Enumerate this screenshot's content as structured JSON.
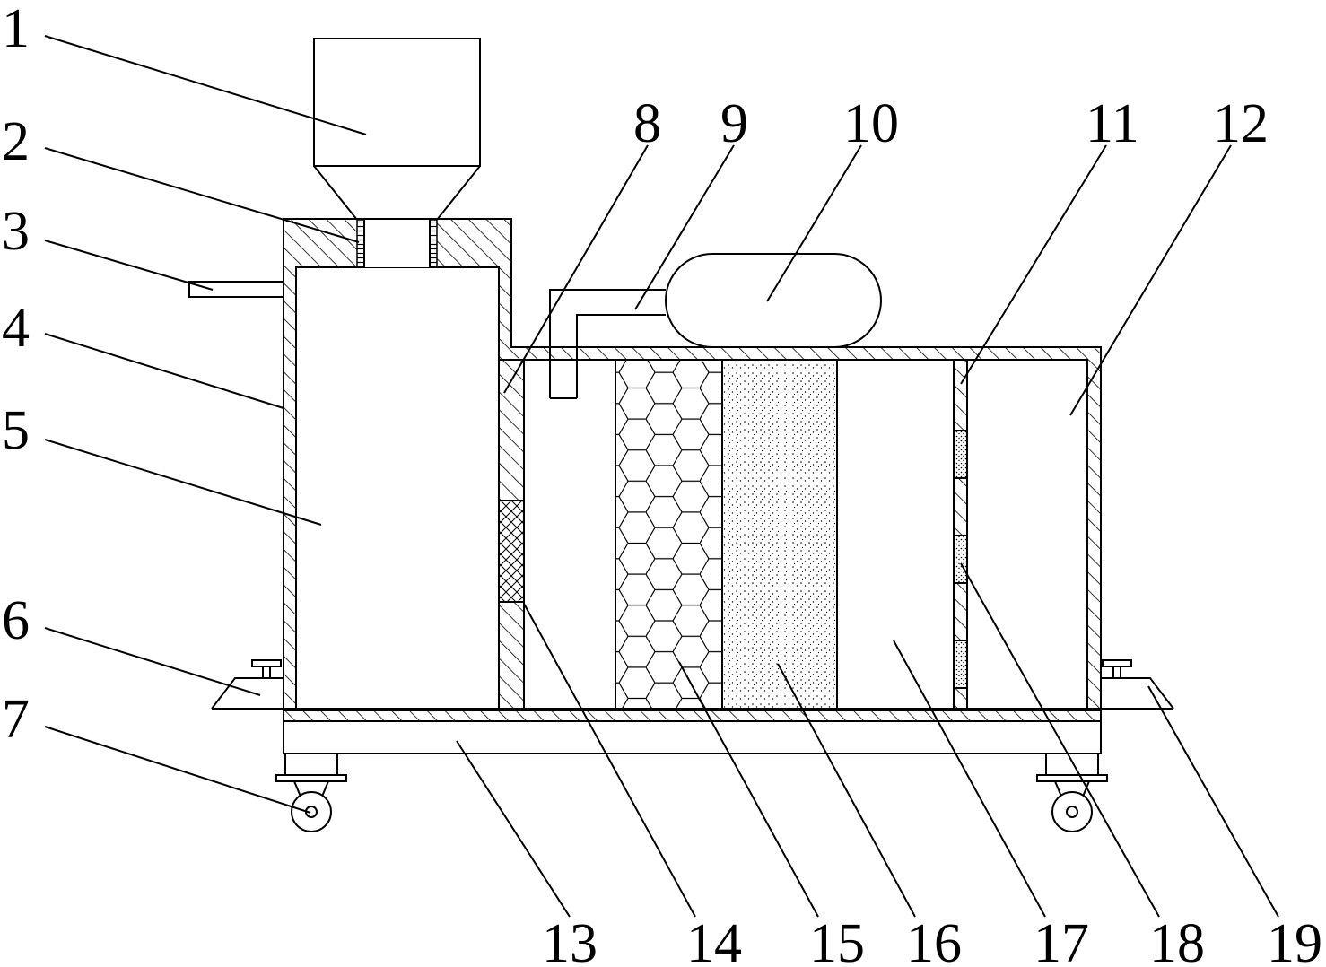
{
  "labels": [
    "1",
    "2",
    "3",
    "4",
    "5",
    "6",
    "7",
    "8",
    "9",
    "10",
    "11",
    "12",
    "13",
    "14",
    "15",
    "16",
    "17",
    "18",
    "19"
  ],
  "colors": {
    "line": "#000000",
    "background": "#ffffff"
  }
}
